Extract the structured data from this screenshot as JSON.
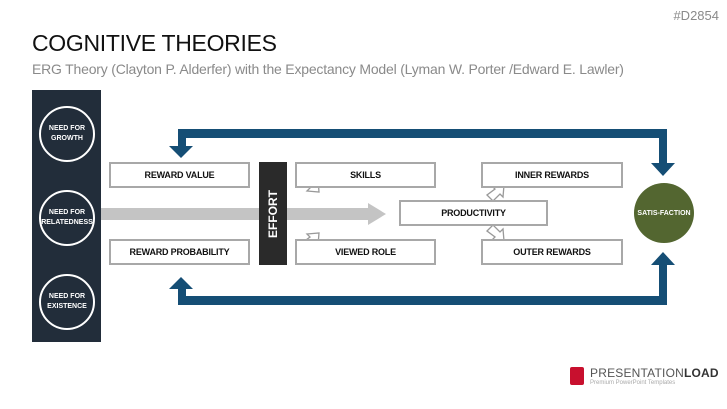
{
  "header": {
    "code": "#D2854",
    "title": "COGNITIVE THEORIES",
    "subtitle": "ERG Theory (Clayton P. Alderfer) with the Expectancy Model (Lyman W. Porter /Edward E. Lawler)"
  },
  "needs": [
    "NEED FOR GROWTH",
    "NEED FOR RELATEDNESS",
    "NEED FOR EXISTENCE"
  ],
  "boxes": {
    "reward_value": "REWARD VALUE",
    "reward_probability": "REWARD PROBABILITY",
    "effort": "EFFORT",
    "skills": "SKILLS",
    "viewed_role": "VIEWED ROLE",
    "productivity": "PRODUCTIVITY",
    "inner_rewards": "INNER REWARDS",
    "outer_rewards": "OUTER REWARDS",
    "satisfaction": "SATIS-FACTION"
  },
  "colors": {
    "sidebar": "#222d3a",
    "feedback_arrow": "#154e75",
    "satisfaction": "#536630",
    "effort": "#2a2a2a"
  },
  "logo": {
    "brand_a": "PRESENTATION",
    "brand_b": "LOAD",
    "tagline": "Premium PowerPoint Templates"
  }
}
